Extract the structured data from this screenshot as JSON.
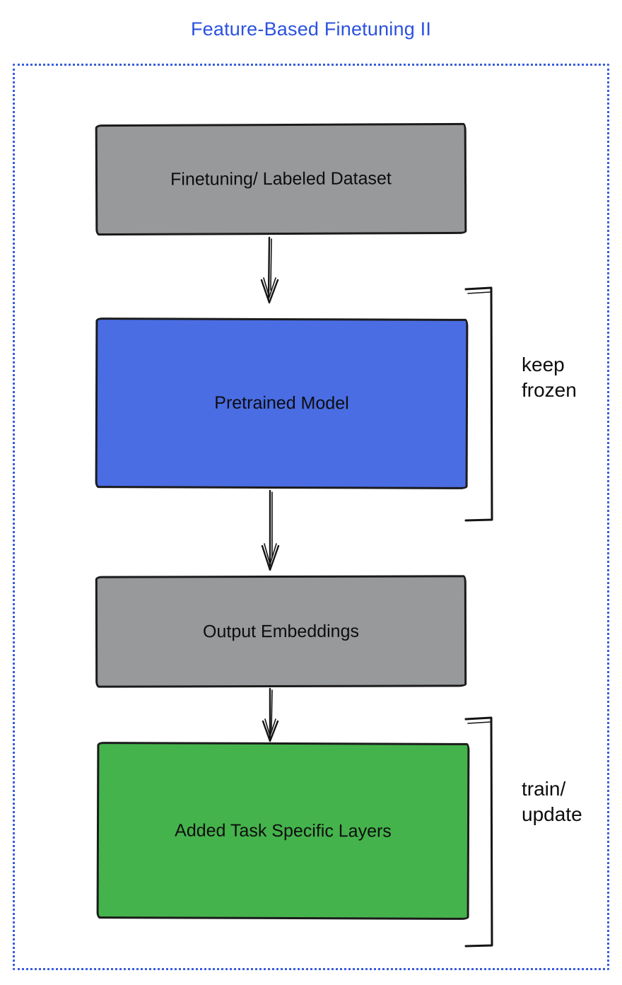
{
  "title": "Feature-Based Finetuning II",
  "colors": {
    "title_text": "#2b52e0",
    "frame_border": "#3a5ce0",
    "node_stroke": "#1b1b1b",
    "gray_fill": "#98999b",
    "blue_fill": "#4a6de4",
    "green_fill": "#45b34c"
  },
  "nodes": [
    {
      "id": "finetuning-dataset",
      "label": "Finetuning/ Labeled Dataset",
      "fill": "#98999b"
    },
    {
      "id": "pretrained-model",
      "label": "Pretrained Model",
      "fill": "#4a6de4"
    },
    {
      "id": "output-embeddings",
      "label": "Output Embeddings",
      "fill": "#98999b"
    },
    {
      "id": "task-specific-layers",
      "label": "Added Task Specific Layers",
      "fill": "#45b34c"
    }
  ],
  "annotations": [
    {
      "id": "keep-frozen",
      "label": "keep frozen"
    },
    {
      "id": "train-update",
      "label": "train/ update"
    }
  ],
  "connections": [
    {
      "from": "finetuning-dataset",
      "to": "pretrained-model"
    },
    {
      "from": "pretrained-model",
      "to": "output-embeddings"
    },
    {
      "from": "output-embeddings",
      "to": "task-specific-layers"
    }
  ]
}
